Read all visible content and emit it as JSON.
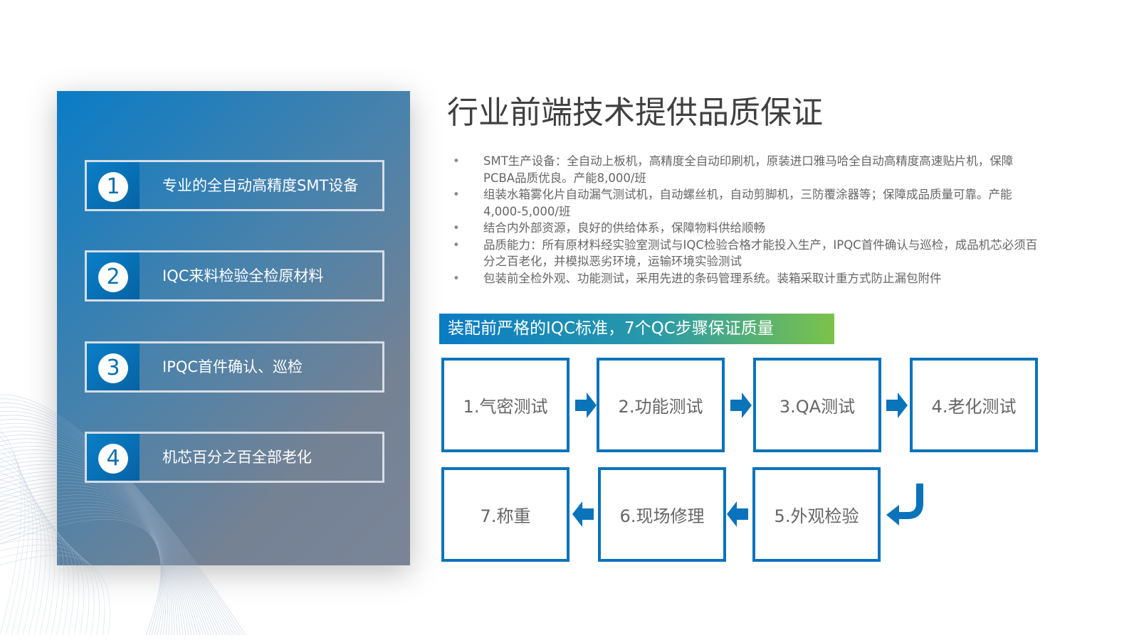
{
  "left_panel": {
    "items": [
      {
        "number": "1",
        "label": "专业的全自动高精度SMT设备"
      },
      {
        "number": "2",
        "label": "IQC来料检验全检原材料"
      },
      {
        "number": "3",
        "label": "IPQC首件确认、巡检"
      },
      {
        "number": "4",
        "label": "机芯百分之百全部老化"
      }
    ]
  },
  "title": "行业前端技术提供品质保证",
  "bullets": [
    "SMT生产设备：全自动上板机，高精度全自动印刷机，原装进口雅马哈全自动高精度高速贴片机，保障PCBA品质优良。产能8,000/班",
    "组装水箱雾化片自动漏气测试机，自动螺丝机，自动剪脚机，三防覆涂器等；保障成品质量可靠。产能4,000-5,000/班",
    "结合内外部资源，良好的供给体系，保障物料供给顺畅",
    "品质能力：所有原材料经实验室测试与IQC检验合格才能投入生产，IPQC首件确认与巡检，成品机芯必须百分之百老化，并模拟恶劣环境，运输环境实验测试",
    "包装前全检外观、功能测试，采用先进的条码管理系统。装箱采取计重方式防止漏包附件"
  ],
  "banner": "装配前严格的IQC标准，7个QC步骤保证质量",
  "steps": [
    "1.气密测试",
    "2.功能测试",
    "3.QA测试",
    "4.老化测试",
    "5.外观检验",
    "6.现场修理",
    "7.称重"
  ],
  "colors": {
    "accent": "#0a73ba",
    "green": "#7cc24a"
  }
}
